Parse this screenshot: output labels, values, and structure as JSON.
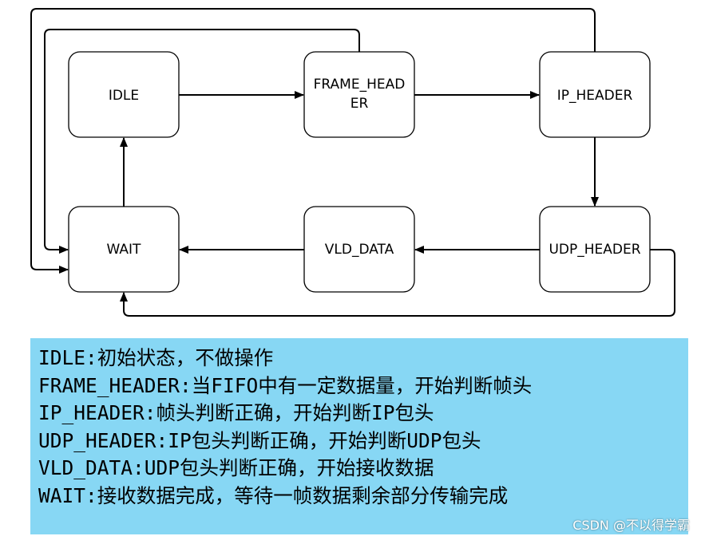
{
  "states": {
    "idle": "IDLE",
    "frame_header_line1": "FRAME_HEAD",
    "frame_header_line2": "ER",
    "ip_header": "IP_HEADER",
    "wait": "WAIT",
    "vld_data": "VLD_DATA",
    "udp_header": "UDP_HEADER"
  },
  "legend": [
    "IDLE:初始状态，不做操作",
    "FRAME_HEADER:当FIFO中有一定数据量，开始判断帧头",
    "IP_HEADER:帧头判断正确，开始判断IP包头",
    "UDP_HEADER:IP包头判断正确，开始判断UDP包头",
    "VLD_DATA:UDP包头判断正确，开始接收数据",
    "WAIT:接收数据完成，等待一帧数据剩余部分传输完成"
  ],
  "watermark": "CSDN @不以得学霸",
  "colors": {
    "legend_background": "#87d7f4",
    "box_stroke": "#000000",
    "arrow": "#000000"
  }
}
